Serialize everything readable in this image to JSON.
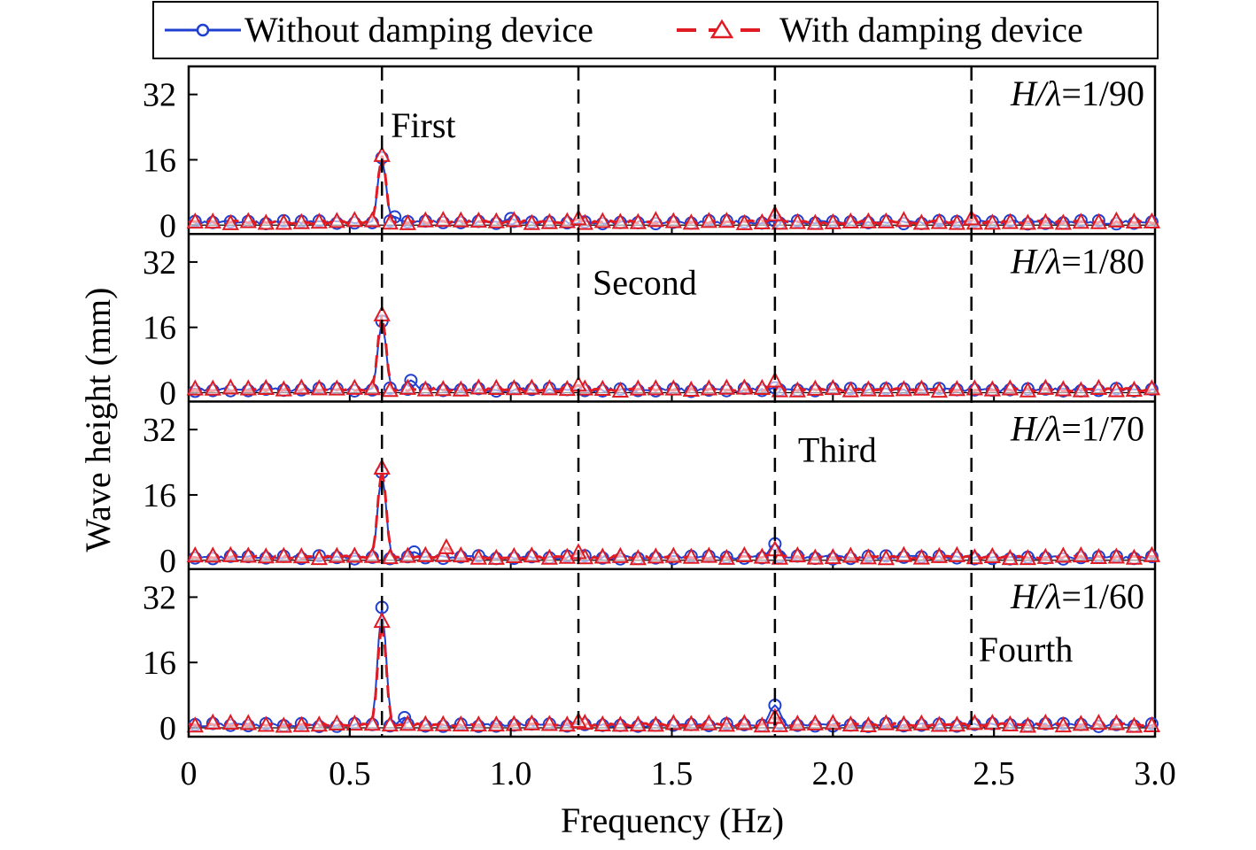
{
  "chart_data": {
    "type": "line",
    "xlabel": "Frequency (Hz)",
    "ylabel": "Wave height (mm)",
    "xlim": [
      0,
      3.0
    ],
    "xticks": [
      "0",
      "0.5",
      "1.0",
      "1.5",
      "2.0",
      "2.5",
      "3.0"
    ],
    "ylim": [
      0,
      38
    ],
    "yticks": [
      "0",
      "16",
      "32"
    ],
    "legend": {
      "placement": "top",
      "entries": [
        {
          "label": "Without damping device",
          "color": "#1f3fd1",
          "marker": "circle",
          "line": "solid"
        },
        {
          "label": "With damping device",
          "color": "#e01b24",
          "marker": "triangle",
          "line": "dashed"
        }
      ]
    },
    "vertical_lines_x": [
      0.6,
      1.21,
      1.82,
      2.43
    ],
    "annotations": [
      {
        "text": "First",
        "panel": 0
      },
      {
        "text": "Second",
        "panel": 1
      },
      {
        "text": "Third",
        "panel": 2
      },
      {
        "text": "Fourth",
        "panel": 3
      }
    ],
    "panels": [
      {
        "label_prefix": "H/λ",
        "label_value": "=1/90",
        "peaks": {
          "without": [
            [
              0.6,
              16.5
            ],
            [
              0.64,
              2.0
            ],
            [
              1.0,
              1.6
            ],
            [
              1.82,
              1.0
            ]
          ],
          "with": [
            [
              0.6,
              17.0
            ],
            [
              1.21,
              1.5
            ],
            [
              1.82,
              2.5
            ],
            [
              2.43,
              1.5
            ]
          ]
        }
      },
      {
        "label_prefix": "H/λ",
        "label_value": "=1/80",
        "peaks": {
          "without": [
            [
              0.6,
              17.5
            ],
            [
              0.69,
              3.0
            ],
            [
              1.82,
              1.2
            ]
          ],
          "with": [
            [
              0.6,
              19.0
            ],
            [
              1.21,
              1.8
            ],
            [
              1.82,
              2.8
            ]
          ]
        }
      },
      {
        "label_prefix": "H/λ",
        "label_value": "=1/70",
        "peaks": {
          "without": [
            [
              0.6,
              21.5
            ],
            [
              0.7,
              2.0
            ],
            [
              1.82,
              4.0
            ]
          ],
          "with": [
            [
              0.6,
              22.5
            ],
            [
              0.8,
              3.0
            ],
            [
              1.21,
              1.8
            ],
            [
              1.82,
              2.5
            ]
          ]
        }
      },
      {
        "label_prefix": "H/λ",
        "label_value": "=1/60",
        "peaks": {
          "without": [
            [
              0.6,
              29.5
            ],
            [
              0.67,
              2.5
            ],
            [
              1.82,
              5.5
            ]
          ],
          "with": [
            [
              0.6,
              26.0
            ],
            [
              1.21,
              1.5
            ],
            [
              1.82,
              2.5
            ]
          ]
        }
      }
    ]
  }
}
